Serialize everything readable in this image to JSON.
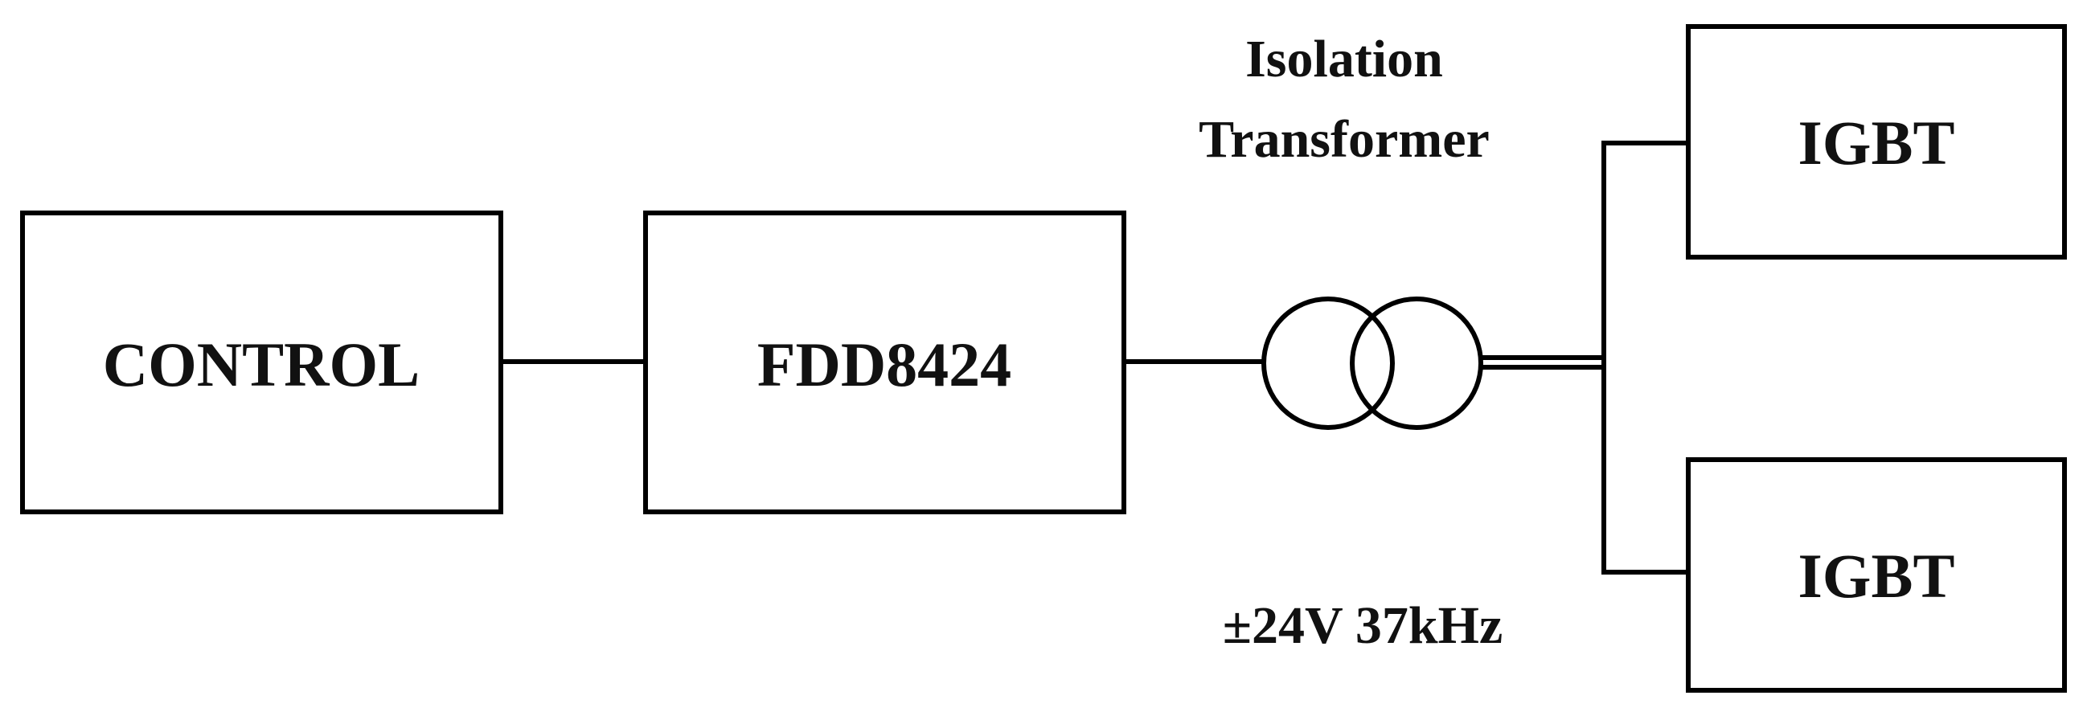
{
  "blocks": {
    "control": "CONTROL",
    "driver": "FDD8424",
    "igbt_top": "IGBT",
    "igbt_bottom": "IGBT"
  },
  "transformer": {
    "label_line1": "Isolation",
    "label_line2": "Transformer"
  },
  "signal_label": "±24V 37kHz"
}
